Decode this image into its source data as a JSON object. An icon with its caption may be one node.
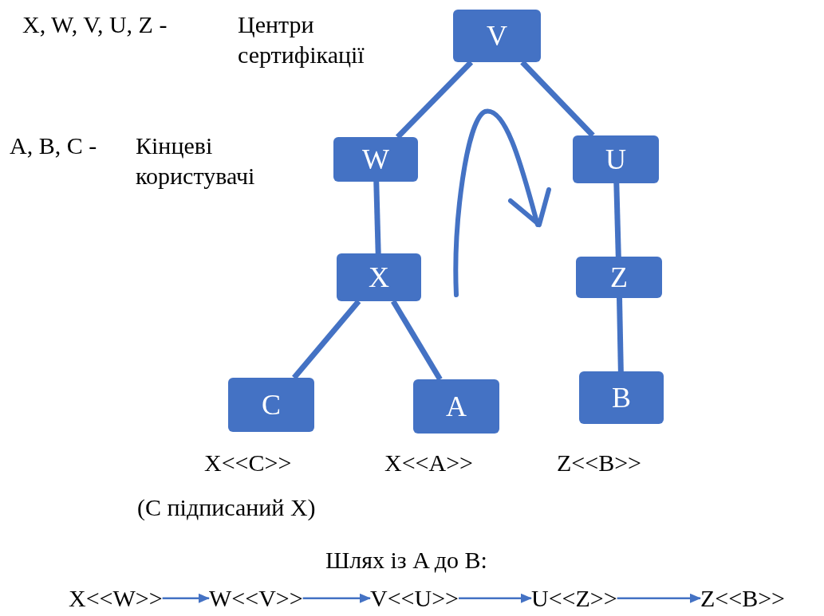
{
  "diagram": {
    "nodes": [
      {
        "text": [
          "V"
        ]
      },
      {
        "text": [
          "W"
        ]
      },
      {
        "text": [
          "U"
        ]
      },
      {
        "text": [
          "X"
        ]
      },
      {
        "text": [
          "Z"
        ]
      },
      {
        "text": [
          "C"
        ],
        "beside": [
          "X<<C>>",
          "(C підписаний X)"
        ]
      },
      {
        "text": [
          "A"
        ],
        "beside": [
          "X<<A>>"
        ]
      },
      {
        "text": [
          "B"
        ],
        "beside": [
          "Z<<B>>"
        ]
      },
      {
        "text": [
          "X<<W>>"
        ]
      },
      {
        "text": [
          "W<<V>>"
        ]
      },
      {
        "text": [
          "V<<U>>"
        ]
      },
      {
        "text": [
          "U<<Z>>"
        ]
      },
      {
        "text": [
          "Z<<B>>"
        ]
      }
    ],
    "edges": [
      {
        "from": 0,
        "to": 1,
        "arrow": "none"
      },
      {
        "from": 0,
        "to": 2,
        "arrow": "none"
      },
      {
        "from": 1,
        "to": 3,
        "arrow": "none"
      },
      {
        "from": 2,
        "to": 4,
        "arrow": "none"
      },
      {
        "from": 3,
        "to": 5,
        "arrow": "none"
      },
      {
        "from": 3,
        "to": 6,
        "arrow": "none"
      },
      {
        "from": 4,
        "to": 7,
        "arrow": "none"
      },
      {
        "from": 8,
        "to": 9,
        "arrow": "to"
      },
      {
        "from": 9,
        "to": 10,
        "arrow": "to"
      },
      {
        "from": 10,
        "to": 11,
        "arrow": "to"
      },
      {
        "from": 11,
        "to": 12,
        "arrow": "to"
      }
    ],
    "labels": [
      "X, W, V, U, Z -",
      "Центри сертифікації",
      "A, B, C -",
      "Кінцеві користувачі",
      "Шлях із A до B:"
    ]
  }
}
